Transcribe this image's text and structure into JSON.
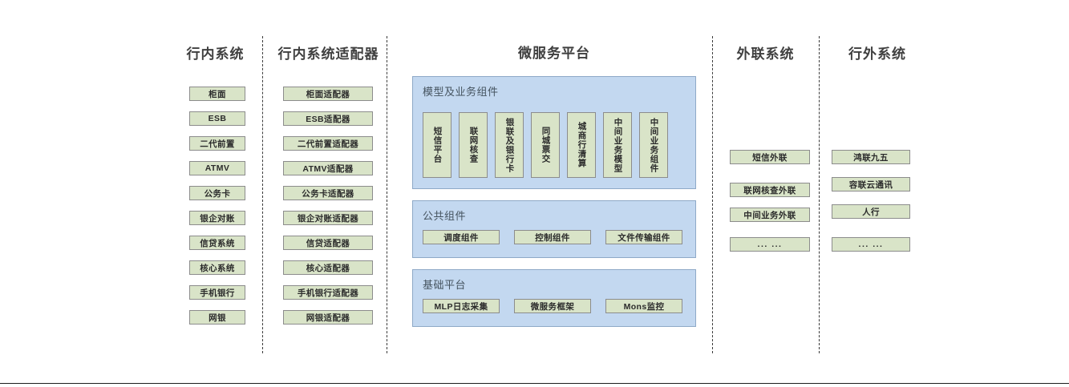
{
  "diagram": {
    "title_bar": null,
    "colors": {
      "box_fill": "#d9e4c8",
      "box_border": "#8c8c8c",
      "panel_fill": "#c3d8f0",
      "panel_border": "#8ea9c7",
      "title_text": "#3f3f3f",
      "panel_title_text": "#45535f",
      "divider": "#3a3a3a"
    },
    "columns": [
      {
        "id": "inbank-systems",
        "title": "行内系统",
        "items": [
          {
            "label": "柜面"
          },
          {
            "label": "ESB"
          },
          {
            "label": "二代前置"
          },
          {
            "label": "ATMV"
          },
          {
            "label": "公务卡"
          },
          {
            "label": "银企对账"
          },
          {
            "label": "信贷系统"
          },
          {
            "label": "核心系统"
          },
          {
            "label": "手机银行"
          },
          {
            "label": "网银"
          }
        ]
      },
      {
        "id": "inbank-adapters",
        "title": "行内系统适配器",
        "items": [
          {
            "label": "柜面适配器"
          },
          {
            "label": "ESB适配器"
          },
          {
            "label": "二代前置适配器"
          },
          {
            "label": "ATMV适配器"
          },
          {
            "label": "公务卡适配器"
          },
          {
            "label": "银企对账适配器"
          },
          {
            "label": "信贷适配器"
          },
          {
            "label": "核心适配器"
          },
          {
            "label": "手机银行适配器"
          },
          {
            "label": "网银适配器"
          }
        ]
      },
      {
        "id": "microservice-platform",
        "title": "微服务平台",
        "panels": [
          {
            "id": "model-business-components",
            "title": "模型及业务组件",
            "orientation": "vertical",
            "items": [
              {
                "label": "短信平台"
              },
              {
                "label": "联网核查"
              },
              {
                "label": "银联及银行卡"
              },
              {
                "label": "同城票交"
              },
              {
                "label": "城商行清算"
              },
              {
                "label": "中间业务模型"
              },
              {
                "label": "中间业务组件"
              }
            ]
          },
          {
            "id": "public-components",
            "title": "公共组件",
            "orientation": "horizontal",
            "items": [
              {
                "label": "调度组件"
              },
              {
                "label": "控制组件"
              },
              {
                "label": "文件传输组件"
              }
            ]
          },
          {
            "id": "base-platform",
            "title": "基础平台",
            "orientation": "horizontal",
            "items": [
              {
                "label": "MLP日志采集"
              },
              {
                "label": "微服务框架"
              },
              {
                "label": "Mons监控"
              }
            ]
          }
        ]
      },
      {
        "id": "external-link-systems",
        "title": "外联系统",
        "items": [
          {
            "label": "短信外联"
          },
          {
            "label": "联网核查外联"
          },
          {
            "label": "中间业务外联"
          },
          {
            "label": "... ..."
          }
        ]
      },
      {
        "id": "offbank-systems",
        "title": "行外系统",
        "items": [
          {
            "label": "鸿联九五"
          },
          {
            "label": "容联云通讯"
          },
          {
            "label": "人行"
          },
          {
            "label": "... ..."
          }
        ]
      }
    ]
  }
}
